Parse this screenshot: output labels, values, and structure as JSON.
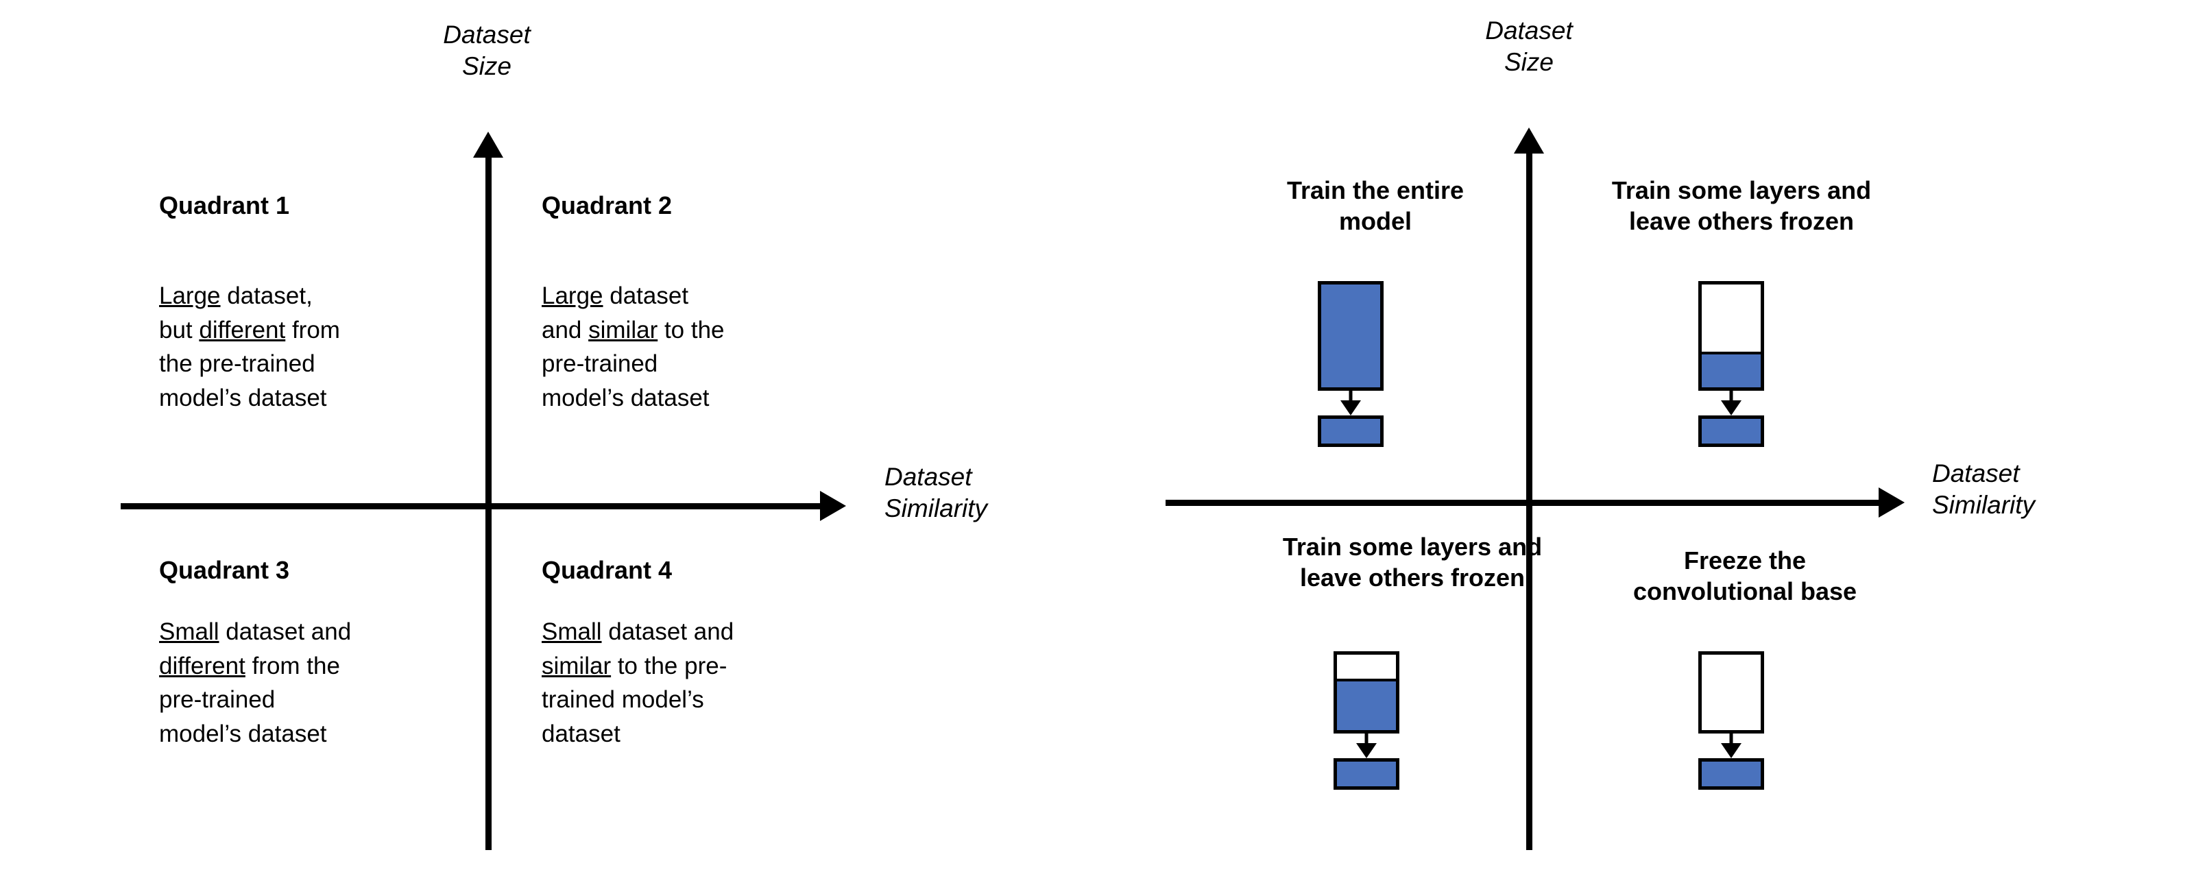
{
  "colors": {
    "accent_blue": "#4a72bd",
    "stroke": "#000000",
    "background": "#ffffff"
  },
  "left_diagram": {
    "name": "dataset-size-vs-similarity-quadrants",
    "y_axis_label": "Dataset\nSize",
    "x_axis_label": "Dataset\nSimilarity",
    "quadrants": [
      {
        "id": "quadrant-1",
        "title": "Quadrant 1",
        "position": "top-left",
        "body_parts": [
          {
            "text": "Large",
            "underline": true
          },
          {
            "text": " dataset,\nbut ",
            "underline": false
          },
          {
            "text": "different",
            "underline": true
          },
          {
            "text": " from\nthe pre-trained\nmodel’s dataset",
            "underline": false
          }
        ],
        "body_plain": "Large dataset, but different from the pre-trained model’s dataset"
      },
      {
        "id": "quadrant-2",
        "title": "Quadrant 2",
        "position": "top-right",
        "body_parts": [
          {
            "text": "Large",
            "underline": true
          },
          {
            "text": " dataset\nand ",
            "underline": false
          },
          {
            "text": "similar",
            "underline": true
          },
          {
            "text": " to the\npre-trained\nmodel’s dataset",
            "underline": false
          }
        ],
        "body_plain": "Large dataset and similar to the pre-trained model’s dataset"
      },
      {
        "id": "quadrant-3",
        "title": "Quadrant 3",
        "position": "bottom-left",
        "body_parts": [
          {
            "text": "Small",
            "underline": true
          },
          {
            "text": " dataset and\n",
            "underline": false
          },
          {
            "text": "different",
            "underline": true
          },
          {
            "text": " from the\npre-trained\nmodel’s dataset",
            "underline": false
          }
        ],
        "body_plain": "Small dataset and different from the pre-trained model’s dataset"
      },
      {
        "id": "quadrant-4",
        "title": "Quadrant 4",
        "position": "bottom-right",
        "body_parts": [
          {
            "text": "Small",
            "underline": true
          },
          {
            "text": " dataset and\n",
            "underline": false
          },
          {
            "text": "similar",
            "underline": true
          },
          {
            "text": " to the pre-\ntrained model’s\ndataset",
            "underline": false
          }
        ],
        "body_plain": "Small dataset and similar to the pre-trained model’s dataset"
      }
    ]
  },
  "right_diagram": {
    "name": "transfer-learning-strategy-quadrants",
    "y_axis_label": "Dataset\nSize",
    "x_axis_label": "Dataset\nSimilarity",
    "cells": [
      {
        "id": "strategy-quadrant-1",
        "position": "top-left",
        "heading": "Train the entire\nmodel",
        "base_block": {
          "trainable_fraction": 1.0,
          "frozen_fraction": 0.0
        },
        "head_block": {
          "trainable": true
        }
      },
      {
        "id": "strategy-quadrant-2",
        "position": "top-right",
        "heading": "Train some layers and\nleave others frozen",
        "base_block": {
          "trainable_fraction": 0.35,
          "frozen_fraction": 0.65
        },
        "head_block": {
          "trainable": true
        }
      },
      {
        "id": "strategy-quadrant-3",
        "position": "bottom-left",
        "heading": "Train some layers and\nleave others frozen",
        "base_block": {
          "trainable_fraction": 0.68,
          "frozen_fraction": 0.32
        },
        "head_block": {
          "trainable": true
        }
      },
      {
        "id": "strategy-quadrant-4",
        "position": "bottom-right",
        "heading": "Freeze the\nconvolutional base",
        "base_block": {
          "trainable_fraction": 0.0,
          "frozen_fraction": 1.0
        },
        "head_block": {
          "trainable": true
        }
      }
    ]
  }
}
